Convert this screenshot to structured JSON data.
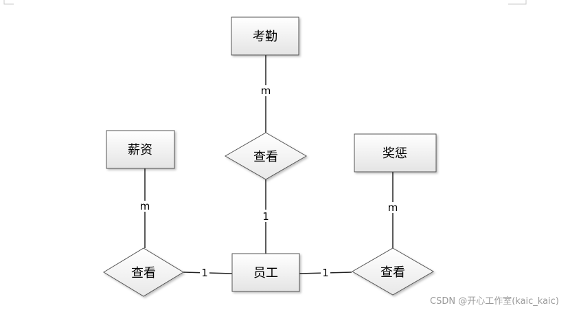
{
  "entities": {
    "attendance": "考勤",
    "salary": "薪资",
    "reward": "奖惩",
    "employee": "员工"
  },
  "relationships": {
    "view_attendance": "查看",
    "view_salary": "查看",
    "view_reward": "查看"
  },
  "cardinalities": {
    "attendance_m": "m",
    "attendance_1": "1",
    "salary_m": "m",
    "salary_1": "1",
    "reward_m": "m",
    "reward_1": "1"
  },
  "watermark": "CSDN @开心工作室(kaic_kaic)"
}
